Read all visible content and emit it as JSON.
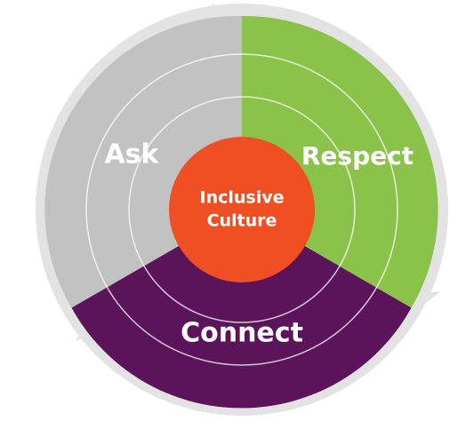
{
  "diagram": {
    "center": {
      "line1": "Inclusive",
      "line2": "Culture",
      "color": "#f04e23"
    },
    "segments": [
      {
        "id": "ask",
        "label": "Ask",
        "color": "#c2c2c2"
      },
      {
        "id": "respect",
        "label": "Respect",
        "color": "#8bc34a"
      },
      {
        "id": "connect",
        "label": "Connect",
        "color": "#5b1459"
      }
    ],
    "ring_color": "#e3e3e3",
    "guide_circle_color": "#ffffff"
  }
}
